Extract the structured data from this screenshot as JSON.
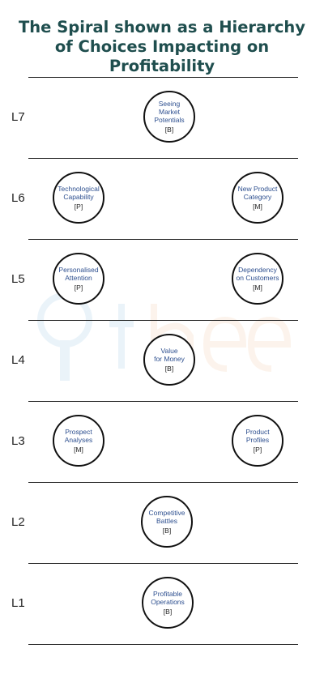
{
  "title": {
    "line1": "The Spiral shown as a Hierarchy",
    "line2": "of Choices Impacting on Profitability"
  },
  "levels": [
    {
      "label": "L7",
      "nodes": [
        {
          "name": "Seeing\nMarket\nPotentials",
          "code": "[B]"
        }
      ]
    },
    {
      "label": "L6",
      "nodes": [
        {
          "name": "Technological\nCapability",
          "code": "[P]"
        },
        {
          "name": "New Product\nCategory",
          "code": "[M]"
        }
      ]
    },
    {
      "label": "L5",
      "nodes": [
        {
          "name": "Personalised\nAttention",
          "code": "[P]"
        },
        {
          "name": "Dependency\non Customers",
          "code": "[M]"
        }
      ]
    },
    {
      "label": "L4",
      "nodes": [
        {
          "name": "Value\nfor Money",
          "code": "[B]"
        }
      ]
    },
    {
      "label": "L3",
      "nodes": [
        {
          "name": "Prospect\nAnalyses",
          "code": "[M]"
        },
        {
          "name": "Product\nProfiles",
          "code": "[P]"
        }
      ]
    },
    {
      "label": "L2",
      "nodes": [
        {
          "name": "Competitive\nBattles",
          "code": "[B]"
        }
      ]
    },
    {
      "label": "L1",
      "nodes": [
        {
          "name": "Profitable\nOperations",
          "code": "[B]"
        }
      ]
    }
  ],
  "colors": {
    "title": "#1f4e4e",
    "node_text": "#2d4f8f",
    "rule": "#222222",
    "watermark": "#5a9fd6"
  }
}
